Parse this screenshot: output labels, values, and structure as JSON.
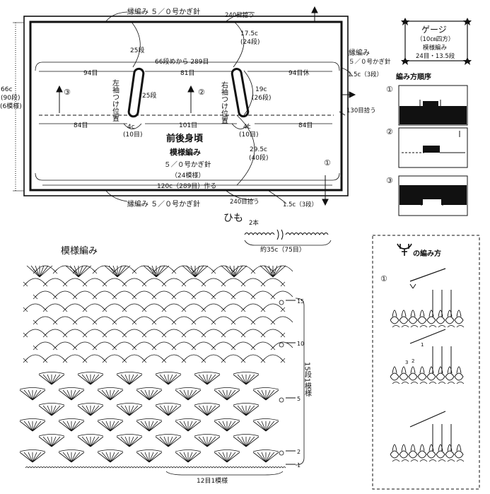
{
  "body": {
    "edge_top": "縁編み ５／０号かぎ針",
    "edge_bottom": "縁編み ５／０号かぎ針",
    "edge_right": "縁編み",
    "edge_right_hook": "５／０号かぎ針",
    "pick_240_top": "240目拾う",
    "pick_240_bottom": "240目拾う",
    "pick_130": "130目拾う",
    "len_175c": "17.5c",
    "rows_24": "(24段)",
    "rows25_left": "25段",
    "rows25_mid": "25段",
    "row66_from": "66段めから 289目",
    "st81": "81目",
    "st94_left": "94目",
    "st94_rest": "94目休",
    "edge15_right": "1.5c（3段）",
    "edge15_bottom": "1.5c（3段）",
    "len_19c": "19c",
    "rows_26": "(26段)",
    "len_66c": "66c",
    "rows_90": "(90段)",
    "rows_6pat": "(6模様)",
    "st101": "101目",
    "st84_left": "84目",
    "st84_right": "84目",
    "len_4c_left": "4c",
    "st10_left": "(10目)",
    "len_4c_right": "4c",
    "st10_right": "(10目)",
    "left_sleeve_label": "左袖つけ位置",
    "right_sleeve_label": "右袖つけ位置",
    "title": "前後身頃",
    "pattern_name": "模様編み",
    "hook": "５／０号かぎ針",
    "patterns_24": "（24模様）",
    "len_295c": "29.5c",
    "rows_40": "(40段)",
    "width_label": "120c（289目）作る",
    "circle_1": "①",
    "circle_2": "②",
    "circle_3": "③"
  },
  "gauge": {
    "title": "ゲージ",
    "size": "（10㎝四方）",
    "pattern": "模様編み",
    "value": "24目・13.5段"
  },
  "order": {
    "title": "編み方順序",
    "steps": [
      "①",
      "②",
      "③"
    ]
  },
  "string": {
    "title": "ひも",
    "count": "2本",
    "length": "約35c（75目）"
  },
  "chart": {
    "title": "模様編み",
    "row_marks": [
      "15",
      "10",
      "5",
      "2",
      "1"
    ],
    "repeat_label": "15段1模様",
    "bottom_label": "12目1模様"
  },
  "howto": {
    "title": "の編み方",
    "step": "①",
    "small_numbers": [
      "1",
      "2",
      "3"
    ]
  },
  "colors": {
    "ink": "#111111",
    "fill_black": "#111111",
    "paper": "#ffffff"
  }
}
